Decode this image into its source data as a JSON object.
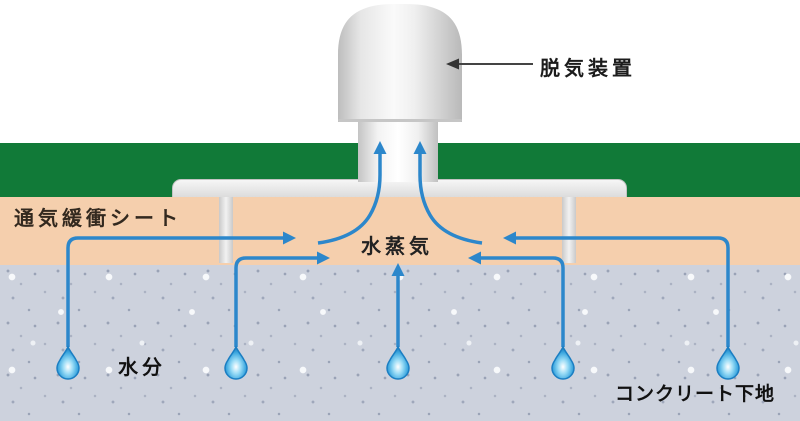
{
  "labels": {
    "deaeration_device": "脱気装置",
    "vent_buffer_sheet": "通気緩衝シート",
    "water_vapor": "水蒸気",
    "moisture": "水分",
    "concrete_substrate": "コンクリート下地"
  },
  "diagram": {
    "type": "cross-section of exposed waterproofing with deaeration (vent) device",
    "droplet_count": 5,
    "flow": "moisture in concrete rises as water vapor through vent buffer sheet and escapes via deaeration device"
  },
  "colors": {
    "waterproof_layer_green": "#117a38",
    "vent_sheet_pink": "#f5cfad",
    "concrete_gray": "#cdd2dd",
    "arrow_blue": "#2c87cb",
    "device_gray": "#d9d9d9",
    "pointer_dark": "#3a3a3a"
  },
  "icons": {
    "water_droplet": "water-droplet-icon",
    "vapor_flow": "flow-arrow-icon",
    "label_pointer": "pointer-arrow-icon"
  }
}
